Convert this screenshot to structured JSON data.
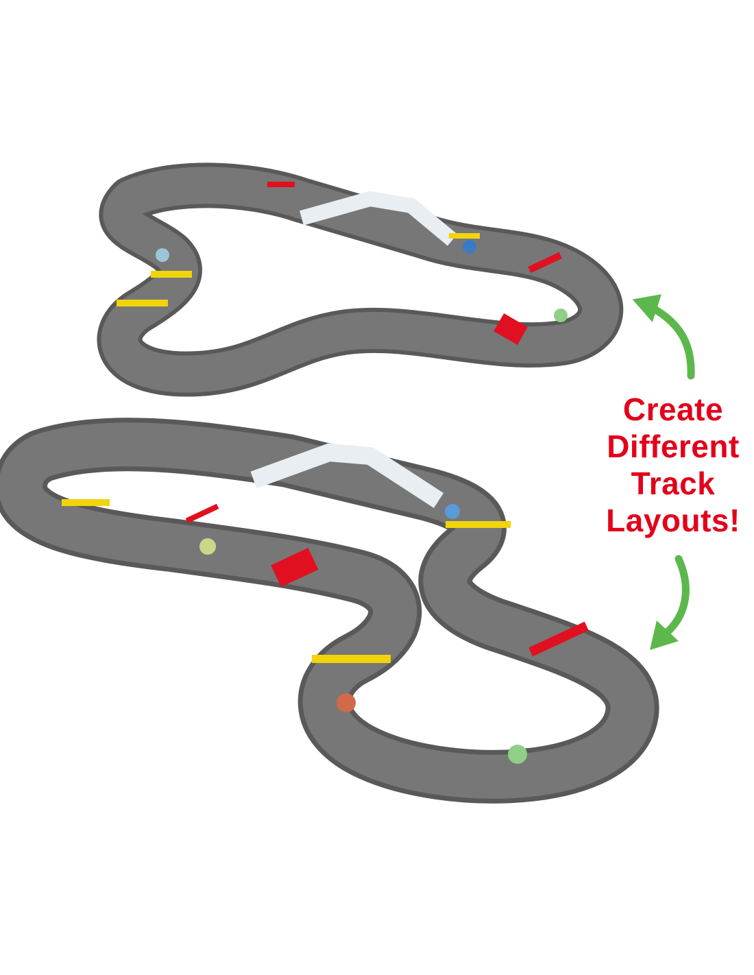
{
  "caption": {
    "lines": [
      "Create",
      "Different",
      "Track",
      "Layouts!"
    ]
  },
  "colors": {
    "text": "#e3001b",
    "arrow": "#5cb84c",
    "track": "#6f6f6f",
    "track_edge": "#595959",
    "barrier": "#e01020",
    "gate": "#f2d40c"
  },
  "icons": [
    "curved-arrow-up-icon",
    "curved-arrow-down-icon"
  ]
}
